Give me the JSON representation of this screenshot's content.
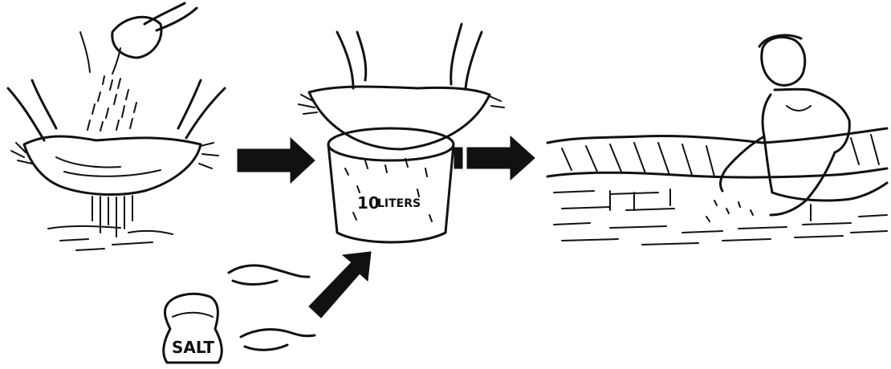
{
  "bucket": {
    "capacity_number": "10",
    "capacity_unit": "LITERS"
  },
  "sack": {
    "label": "SALT"
  },
  "icons": [
    "washing-rice-step",
    "bucket-step",
    "salt-sack",
    "planting-step",
    "arrow-right-icon",
    "arrow-up-right-icon"
  ]
}
